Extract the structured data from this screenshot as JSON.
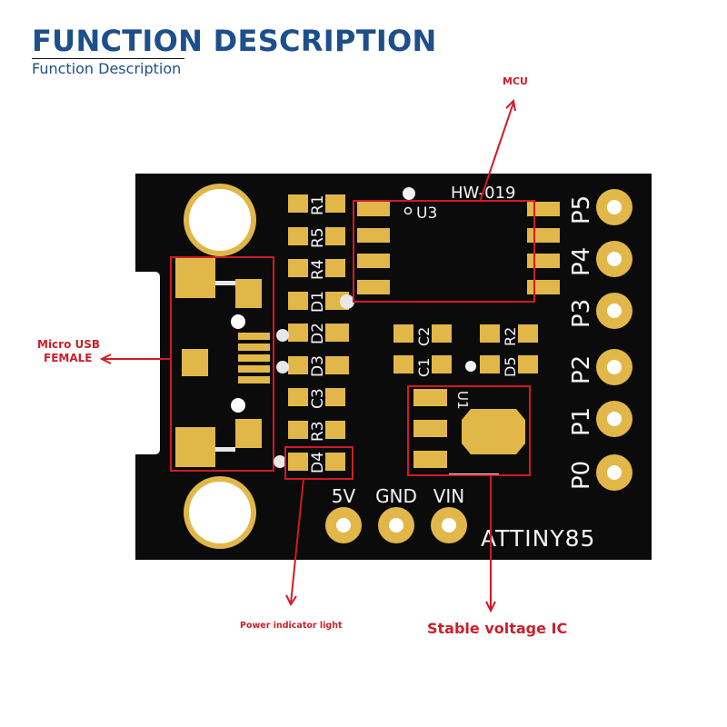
{
  "header": {
    "title": "FUNCTION DESCRIPTION",
    "subtitle": "Function Description"
  },
  "callouts": {
    "mcu": "MCU",
    "usb_line1": "Micro USB",
    "usb_line2": "FEMALE",
    "power_light": "Power indicator light",
    "regulator": "Stable voltage IC"
  },
  "board": {
    "model": "HW-019",
    "chip_name": "ATTINY85",
    "mcu_ref": "U3",
    "regulator_ref": "U1",
    "left_components": [
      "R1",
      "R5",
      "R4",
      "D1",
      "D2",
      "D3",
      "C3",
      "R3",
      "D4"
    ],
    "middle_components": [
      "C2",
      "C1",
      "R2",
      "D5"
    ],
    "pin_labels": [
      "P5",
      "P4",
      "P3",
      "P2",
      "P1",
      "P0"
    ],
    "power_labels": [
      "5V",
      "GND",
      "VIN"
    ]
  },
  "colors": {
    "title_blue": "#1d4f8a",
    "callout_red": "#cc1f2a",
    "pcb_black": "#0b0b0b",
    "gold_pad": "#e2b74a"
  }
}
